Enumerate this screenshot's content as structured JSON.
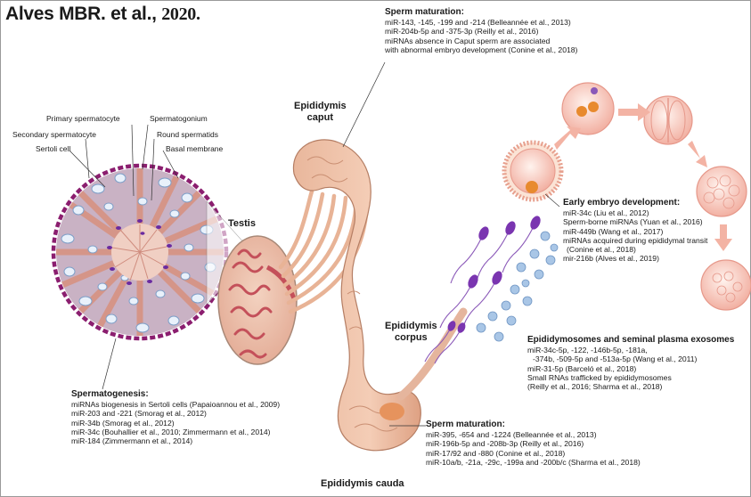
{
  "citation": {
    "authors": "Alves MBR. et al.,",
    "year": "2020."
  },
  "labels": {
    "primary_spermatocyte": "Primary spermatocyte",
    "spermatogonium": "Spermatogonium",
    "secondary_spermatocyte": "Secondary spermatocyte",
    "round_spermatids": "Round spermatids",
    "sertoli_cell": "Sertoli cell",
    "basal_membrane": "Basal membrane",
    "testis": "Testis",
    "caput": [
      "Epididymis",
      "caput"
    ],
    "corpus": [
      "Epididymis",
      "corpus"
    ],
    "cauda": "Epididymis cauda"
  },
  "blocks": {
    "caput_maturation": {
      "title": "Sperm maturation:",
      "lines": [
        "miR-143, -145, -199 and -214 (Belleannée et al., 2013)",
        "miR-204b-5p and -375-3p (Reilly et al., 2016)",
        "miRNAs absence in Caput sperm are associated",
        "with abnormal embryo development (Conine et al., 2018)"
      ]
    },
    "embryo_development": {
      "title": "Early embryo development:",
      "lines": [
        "miR-34c (Liu et al., 2012)",
        "Sperm-borne miRNAs (Yuan et al., 2016)",
        "miR-449b (Wang et al., 2017)",
        "miRNAs acquired during epididymal transit",
        "(Conine et al., 2018)",
        "mir-216b (Alves et al., 2019)"
      ]
    },
    "exosomes": {
      "title": "Epididymosomes and seminal plasma exosomes",
      "lines": [
        "miR-34c-5p, -122, -146b-5p, -181a,",
        "-374b, -509-5p and -513a-5p (Wang et al., 2011)",
        "miR-31-5p (Barceló et al., 2018)",
        "Small RNAs trafficked by epididymosomes",
        "(Reilly et al., 2016; Sharma et al., 2018)"
      ]
    },
    "spermatogenesis": {
      "title": "Spermatogenesis:",
      "lines": [
        "miRNAs biogenesis in Sertoli cells (Papaioannou et al., 2009)",
        "miR-203 and -221 (Smorag et al., 2012)",
        "miR-34b (Smorag et al., 2012)",
        "miR-34c (Bouhallier et al., 2010; Zimmermann et al., 2014)",
        "miR-184 (Zimmermann et al., 2014)"
      ]
    },
    "cauda_maturation": {
      "title": "Sperm maturation:",
      "lines": [
        "miR-395, -654 and -1224 (Belleannée et al., 2013)",
        "miR-196b-5p and -208b-3p (Reilly et al., 2016)",
        "miR-17/92 and -880 (Conine et al., 2018)",
        "miR-10a/b, -21a, -29c, -199a and -200b/c (Sharma et al., 2018)"
      ]
    }
  },
  "colors": {
    "tissue_pink": "#ecb7a8",
    "tubule_red": "#c4505a",
    "membrane_purple": "#8b1e6f",
    "sperm_purple": "#7a35b0",
    "vesicle_blue": "#a9c6e6",
    "egg_orange": "#e88a2e"
  }
}
